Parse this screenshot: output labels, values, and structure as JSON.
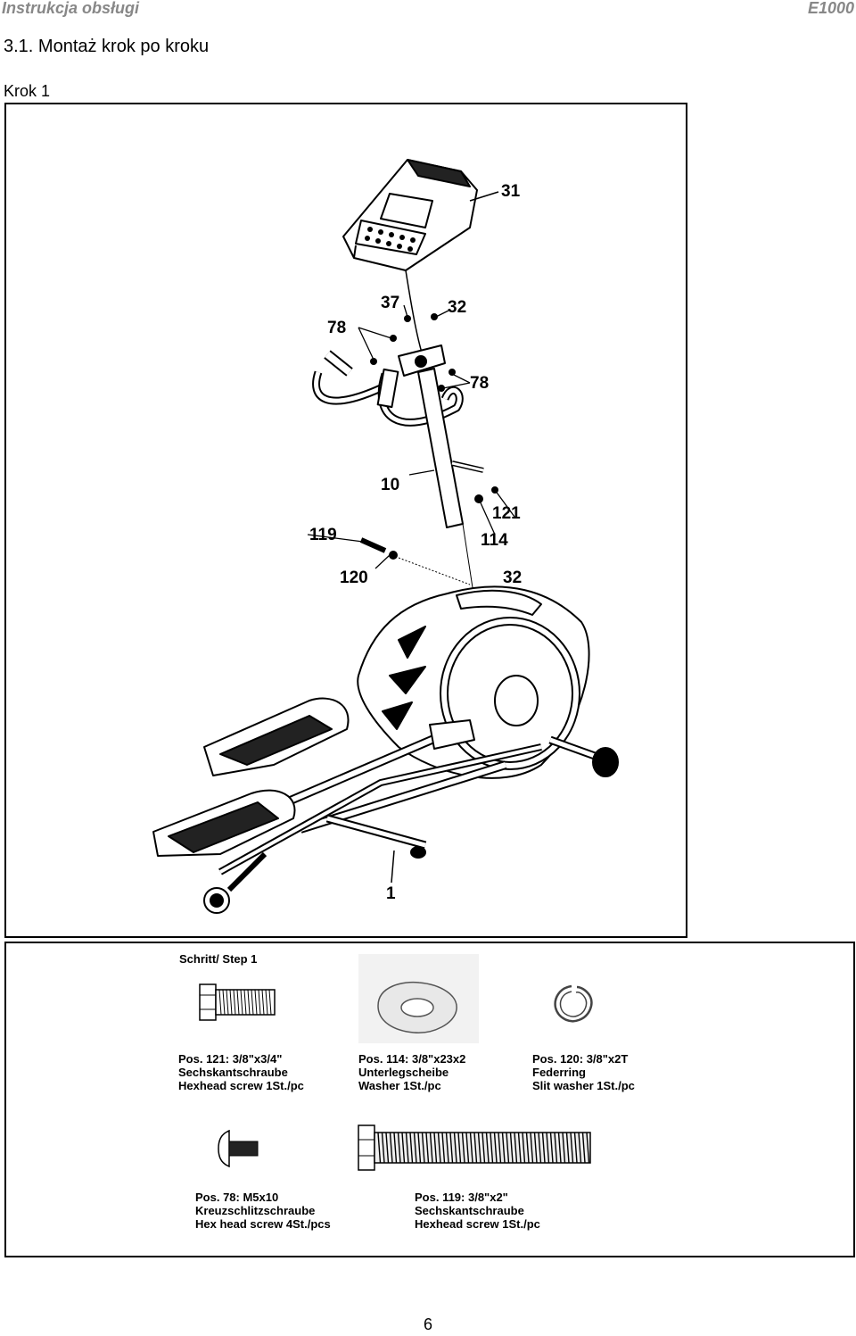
{
  "header": {
    "left": "Instrukcja obsługi",
    "right": "E1000"
  },
  "section_title": "3.1.  Montaż krok po kroku",
  "step_label": "Krok 1",
  "callouts": {
    "c31": "31",
    "c37": "37",
    "c32a": "32",
    "c78a": "78",
    "c78b": "78",
    "c10": "10",
    "c121": "121",
    "c114": "114",
    "c119": "119",
    "c120": "120",
    "c32b": "32",
    "c1": "1"
  },
  "parts": {
    "title": "Schritt/ Step 1",
    "items": [
      {
        "pos": "Pos. 121: 3/8\"x3/4\"",
        "de": "Sechskantschraube",
        "en": "Hexhead screw 1St./pc"
      },
      {
        "pos": "Pos. 114: 3/8\"x23x2",
        "de": "Unterlegscheibe",
        "en": "Washer 1St./pc"
      },
      {
        "pos": "Pos. 120: 3/8\"x2T",
        "de": "Federring",
        "en": "Slit washer 1St./pc"
      },
      {
        "pos": "Pos. 78: M5x10",
        "de": "Kreuzschlitzschraube",
        "en": "Hex head screw 4St./pcs"
      },
      {
        "pos": "Pos. 119: 3/8\"x2\"",
        "de": "Sechskantschraube",
        "en": "Hexhead screw 1St./pc"
      }
    ]
  },
  "page_number": "6"
}
